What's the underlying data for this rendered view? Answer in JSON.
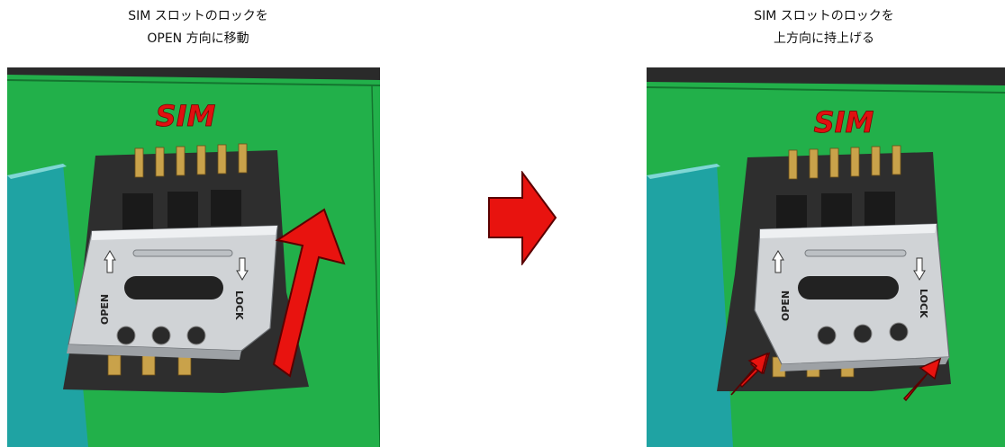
{
  "left_step": {
    "caption_line1": "SIM スロットのロックを",
    "caption_line2": "OPEN 方向に移動",
    "board_label": "SIM",
    "cover_label_open": "OPEN",
    "cover_label_lock": "LOCK"
  },
  "right_step": {
    "caption_line1": "SIM スロットのロックを",
    "caption_line2": "上方向に持上げる",
    "board_label": "SIM",
    "cover_label_open": "OPEN",
    "cover_label_lock": "LOCK"
  },
  "colors": {
    "pcb": "#22b04a",
    "pcb_dark": "#14752f",
    "connector": "#2e2e2e",
    "metal": "#d0d3d6",
    "arrow": "#e8130f",
    "label_red": "#e01010"
  }
}
